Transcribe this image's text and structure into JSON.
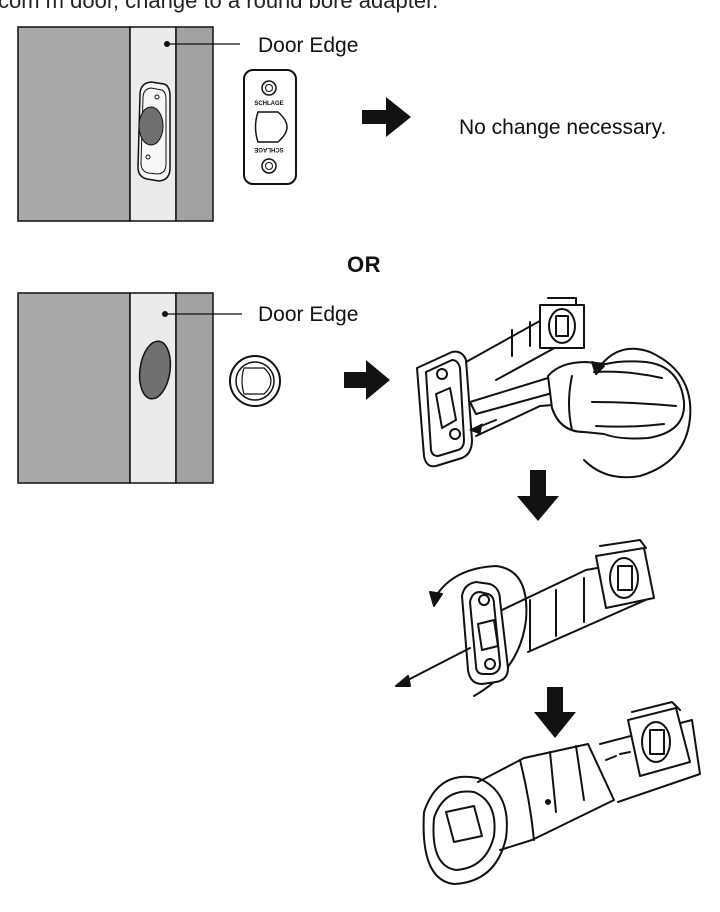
{
  "header": {
    "partial_text": "com  m    door,  change  to   a   round    bore  adapter."
  },
  "top_panel": {
    "door_edge_label": "Door Edge",
    "faceplate_text_top": "SCHLAGE",
    "faceplate_text_bottom": "SCHLAGE",
    "result_text": "No change necessary."
  },
  "separator": {
    "label": "OR"
  },
  "bottom_panel": {
    "door_edge_label": "Door Edge"
  },
  "colors": {
    "door_face": "#a9a9ab",
    "door_edge": "#ebebec",
    "door_jamb": "#a2a2a4",
    "bore_hole": "#707072",
    "arrow": "#111111"
  },
  "icons": [
    "right-arrow-icon",
    "down-arrow-icon",
    "screwdriver-icon",
    "latch-icon",
    "rotate-arrow-icon"
  ]
}
